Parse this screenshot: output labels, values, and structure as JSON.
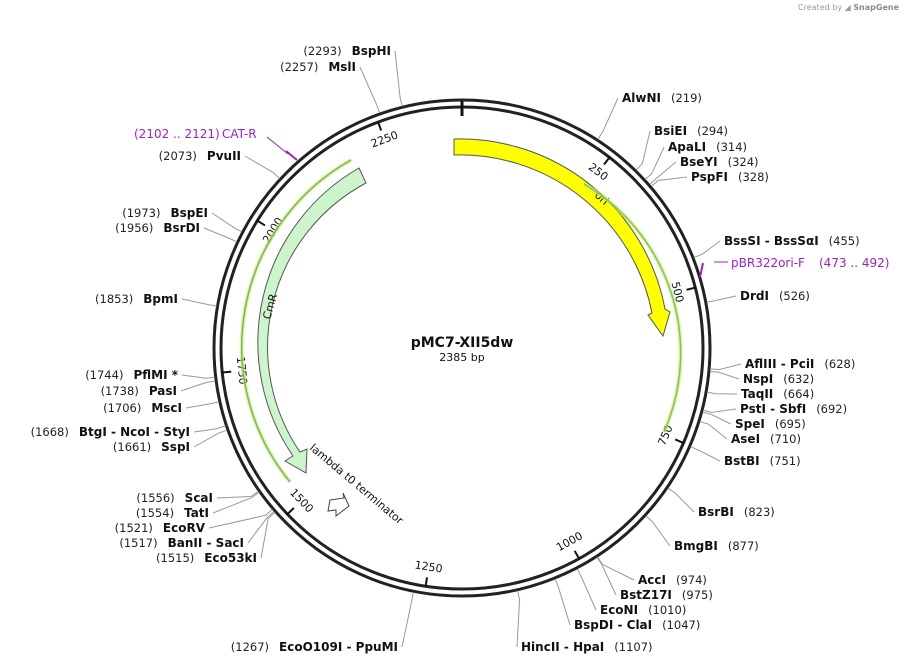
{
  "brand": {
    "prefix": "Created by",
    "name": "SnapGene"
  },
  "plasmid": {
    "name": "pMC7-XII5dw",
    "length_label": "2385 bp",
    "total_bp": 2385
  },
  "ticks": [
    "250",
    "500",
    "750",
    "1000",
    "1250",
    "1500",
    "1750",
    "2000",
    "2250"
  ],
  "features": [
    {
      "label": "ori",
      "color": "#ffff00"
    },
    {
      "label": "CmR",
      "color": "#ccf5cc"
    },
    {
      "label": "lambda t0 terminator",
      "color": "#ffffff"
    }
  ],
  "primers": [
    {
      "name": "CAT-R",
      "range": "(2102 .. 2121)"
    },
    {
      "name": "pBR322ori-F",
      "range": "(473 .. 492)"
    }
  ],
  "sites": [
    {
      "name": "AlwNI",
      "pos": "(219)"
    },
    {
      "name": "BsiEI",
      "pos": "(294)"
    },
    {
      "name": "ApaLI",
      "pos": "(314)"
    },
    {
      "name": "BseYI",
      "pos": "(324)"
    },
    {
      "name": "PspFI",
      "pos": "(328)"
    },
    {
      "name": "BssSI - BssSαI",
      "pos": "(455)"
    },
    {
      "name": "DrdI",
      "pos": "(526)"
    },
    {
      "name": "AflIII - PciI",
      "pos": "(628)"
    },
    {
      "name": "NspI",
      "pos": "(632)"
    },
    {
      "name": "TaqII",
      "pos": "(664)"
    },
    {
      "name": "PstI - SbfI",
      "pos": "(692)"
    },
    {
      "name": "SpeI",
      "pos": "(695)"
    },
    {
      "name": "AseI",
      "pos": "(710)"
    },
    {
      "name": "BstBI",
      "pos": "(751)"
    },
    {
      "name": "BsrBI",
      "pos": "(823)"
    },
    {
      "name": "BmgBI",
      "pos": "(877)"
    },
    {
      "name": "AccI",
      "pos": "(974)"
    },
    {
      "name": "BstZ17I",
      "pos": "(975)"
    },
    {
      "name": "EcoNI",
      "pos": "(1010)"
    },
    {
      "name": "BspDI - ClaI",
      "pos": "(1047)"
    },
    {
      "name": "HincII - HpaI",
      "pos": "(1107)"
    },
    {
      "name": "EcoO109I - PpuMI",
      "pos": "(1267)"
    },
    {
      "name": "ScaI",
      "pos": "(1556)"
    },
    {
      "name": "TatI",
      "pos": "(1554)"
    },
    {
      "name": "EcoRV",
      "pos": "(1521)"
    },
    {
      "name": "BanII - SacI",
      "pos": "(1517)"
    },
    {
      "name": "Eco53kI",
      "pos": "(1515)"
    },
    {
      "name": "BtgI - NcoI - StyI",
      "pos": "(1668)"
    },
    {
      "name": "SspI",
      "pos": "(1661)"
    },
    {
      "name": "PflMI *",
      "pos": "(1744)"
    },
    {
      "name": "PasI",
      "pos": "(1738)"
    },
    {
      "name": "MscI",
      "pos": "(1706)"
    },
    {
      "name": "BpmI",
      "pos": "(1853)"
    },
    {
      "name": "BspEI",
      "pos": "(1973)"
    },
    {
      "name": "BsrDI",
      "pos": "(1956)"
    },
    {
      "name": "PvuII",
      "pos": "(2073)"
    },
    {
      "name": "BspHI",
      "pos": "(2293)"
    },
    {
      "name": "MslI",
      "pos": "(2257)"
    }
  ]
}
